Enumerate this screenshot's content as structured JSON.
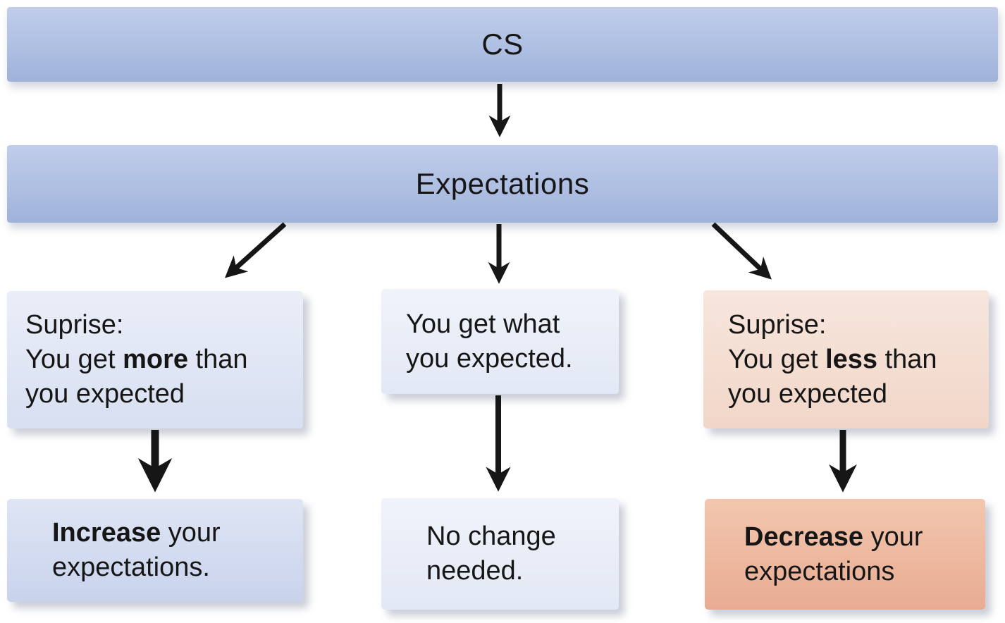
{
  "nodes": {
    "cs": {
      "label": "CS"
    },
    "expectations": {
      "label": "Expectations"
    },
    "surprise_more": {
      "line1": "Suprise:",
      "line2_pre": "You get ",
      "line2_bold": "more",
      "line2_post": " than",
      "line3": "you expected"
    },
    "got_expected": {
      "line1": "You get what",
      "line2": "you expected."
    },
    "surprise_less": {
      "line1": "Suprise:",
      "line2_pre": "You get ",
      "line2_bold": "less",
      "line2_post": " than",
      "line3": "you expected"
    },
    "increase": {
      "line1_bold": "Increase",
      "line1_post": " your",
      "line2": "expectations."
    },
    "no_change": {
      "line1": "No change",
      "line2": "needed."
    },
    "decrease": {
      "line1_bold": "Decrease",
      "line1_post": " your",
      "line2": "expectations"
    }
  },
  "colors": {
    "background": "#ffffff",
    "ink": "#161616",
    "arrow": "#161616",
    "bar_top": "#c1cdea",
    "bar_mid": "#aebfe2",
    "bar_bottom": "#9fb2d9",
    "blue_soft_top": "#eaeef8",
    "blue_soft_bottom": "#d7dff1",
    "blue_mid_top": "#dfe5f4",
    "blue_mid_bottom": "#c8d3ec",
    "pale_top": "#f0f3fa",
    "pale_bottom": "#e2e8f5",
    "peach_top": "#f7e6dd",
    "peach_bottom": "#f1d6c8",
    "salmon_top": "#f2c6ae",
    "salmon_bottom": "#e8ac92"
  }
}
